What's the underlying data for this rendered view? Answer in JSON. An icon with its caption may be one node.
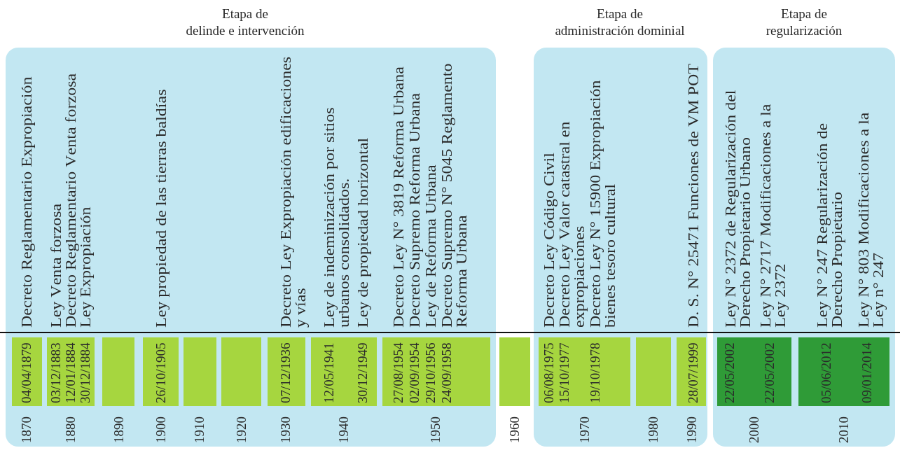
{
  "diagram": {
    "nodes": [
      {
        "text": [
          "Etapa de delinde e intervención"
        ]
      },
      {
        "text": [
          "04/04/1879"
        ],
        "beside": [
          "Decreto Reglamentario Expropiación"
        ],
        "in": 0
      },
      {
        "text": [
          "03/12/1883",
          "12/01/1884",
          "30/12/1884"
        ],
        "beside": [
          "Ley Venta forzosa",
          "Decreto Reglamentario Venta forzosa",
          "Ley Expropiación"
        ],
        "in": 0
      },
      {
        "text": [],
        "shape": "box",
        "in": 0
      },
      {
        "text": [
          "26/10/1905"
        ],
        "beside": [
          "Ley propiedad de las tierras baldías"
        ],
        "in": 0
      },
      {
        "text": [],
        "shape": "box",
        "in": 0
      },
      {
        "text": [],
        "shape": "box",
        "in": 0
      },
      {
        "text": [
          "07/12/1936"
        ],
        "beside": [
          "Decreto Ley Expropiación edificaciones y vías"
        ],
        "in": 0
      },
      {
        "text": [
          "12/05/1941",
          "30/12/1949"
        ],
        "beside": [
          "Ley de indeminización por sitios urbanos consolidados.",
          "Ley de propiedad horizontal"
        ],
        "in": 0
      },
      {
        "text": [
          "27/08/1954",
          "02/09/1954",
          "29/10/1956",
          "24/09/1958"
        ],
        "beside": [
          "Decreto Ley N° 3819 Reforma Urbana",
          "Decreto Supremo Reforma Urbana",
          "Ley de Reforma Urbana",
          "Decreto Supremo N° 5045 Reglamento Reforma Urbana"
        ],
        "in": 0
      },
      {
        "text": [],
        "shape": "box"
      },
      {
        "text": [
          "Etapa de administración dominial"
        ]
      },
      {
        "text": [
          "06/08/1975",
          "15/10/1977",
          "19/10/1978"
        ],
        "beside": [
          "Decreto Ley Código Civil",
          "Decreto Ley Valor catastral en expropiaciones",
          "Decreto Ley N° 15900 Expropiación bienes tesoro cultural"
        ],
        "in": 11
      },
      {
        "text": [],
        "shape": "box",
        "in": 11
      },
      {
        "text": [
          "28/07/1999"
        ],
        "beside": [
          "D. S. N° 25471 Funciones de VM POT"
        ],
        "in": 11
      },
      {
        "text": [
          "Etapa de regularización"
        ]
      },
      {
        "text": [
          "22/05/2002",
          "22/05/2002"
        ],
        "beside": [
          "Ley N° 2372 de Regularización del Derecho Propietario Urbano",
          "Ley N° 2717 Modificaciones a la Ley 2372"
        ],
        "in": 15
      },
      {
        "text": [
          "05/06/2012",
          "09/01/2014"
        ],
        "beside": [
          "Ley N° 247 Regularización de Derecho Propietario",
          "Ley N° 803 Modificaciones a la Ley n° 247"
        ],
        "in": 15
      }
    ],
    "labels": [
      "1870",
      "1880",
      "1890",
      "1900",
      "1910",
      "1920",
      "1930",
      "1940",
      "1950",
      "1960",
      "1970",
      "1980",
      "1990",
      "2000",
      "2010"
    ]
  }
}
